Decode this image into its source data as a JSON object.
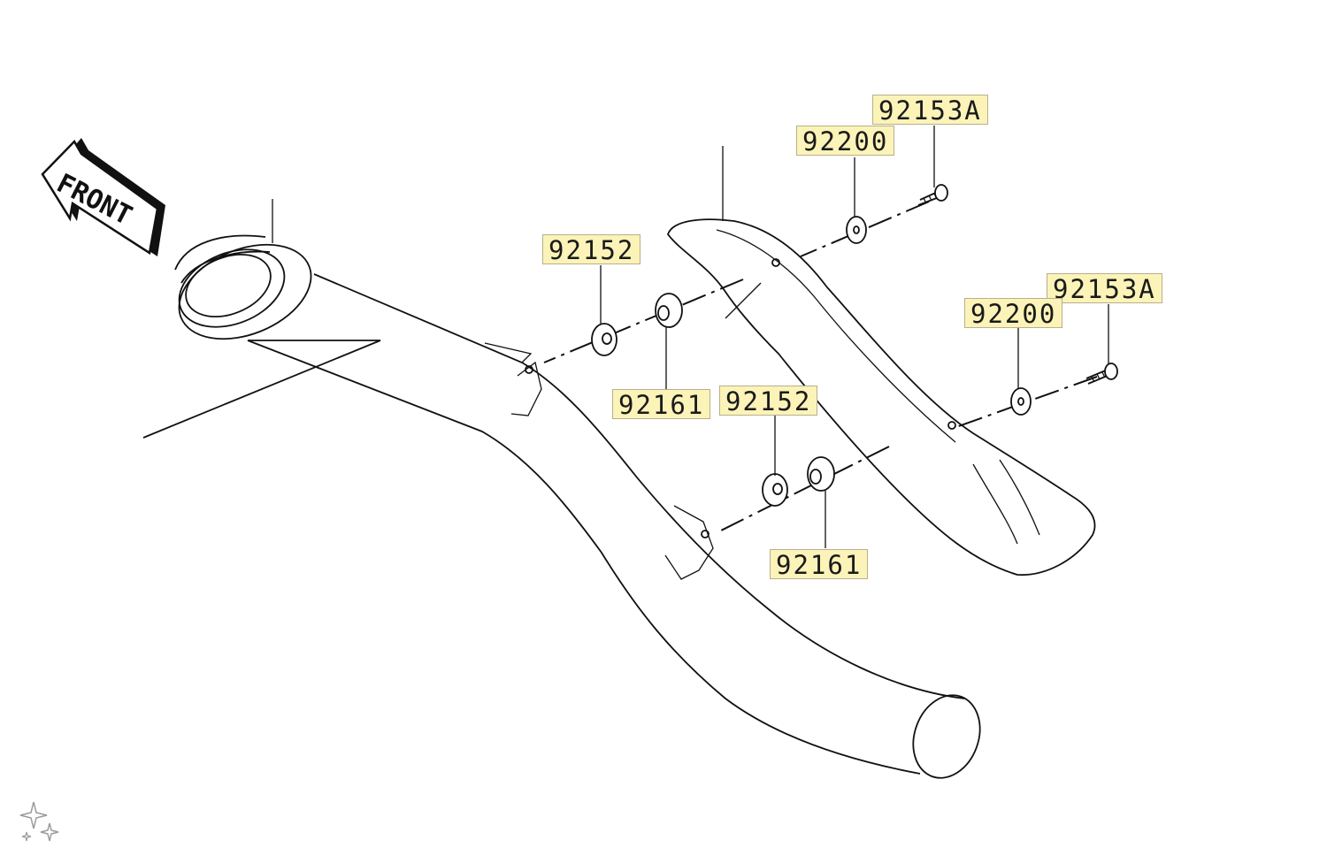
{
  "front_arrow": {
    "text": "FRONT"
  },
  "labels": {
    "bolt_top": "92153A",
    "washer_top": "92200",
    "collar_left": "92152",
    "bolt_right": "92153A",
    "washer_right": "92200",
    "grommet_left": "92161",
    "collar_mid": "92152",
    "grommet_bottom": "92161"
  },
  "colors": {
    "label_fill": "#fbf3b8",
    "label_border": "#b8b08a",
    "line": "#111111",
    "background": "#ffffff"
  }
}
